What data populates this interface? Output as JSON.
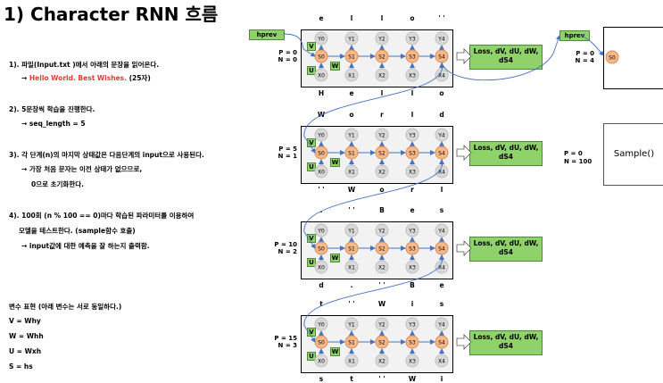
{
  "title": "1) Character RNN 흐름",
  "notes": {
    "n1": "1). 파일(Input.txt )에서 아래의 문장을 읽어온다.",
    "n1_arrow": "→ ",
    "n1_red": "Hello World. Best Wishes.",
    "n1_tail": "  (25자)",
    "n2": "2). 5문장씩 학습을 진행한다.",
    "n2_sub": "→  seq_length = 5",
    "n3": "3). 각 단계(n)의 마지막 상태값은 다음단계의 input으로 사용된다.",
    "n3_sub1": "→ 가장 처음 문자는 이전 상태가 없으므로,",
    "n3_sub2": "0으로 초기화한다.",
    "n4": "4). 100회 (n % 100 == 0)마다 학습된 파라미터를 이용하여",
    "n4_sub1": "모델을 테스트한다. (sample함수 호출)",
    "n4_sub2": "→ input값에 대한 예측을 잘 하는지 출력함.",
    "vars_title": "변수 표현 (아래 변수는 서로 동일하다.)",
    "v1": "V   = Why",
    "v2": "W  = Whh",
    "v3": "U   = Wxh",
    "v4": "S   = hs"
  },
  "labels": {
    "hprev": "hprev",
    "V": "V",
    "W": "W",
    "U": "U",
    "loss": "Loss, dV, dU, dW, dS4",
    "sample_btn": "Sample()"
  },
  "node_names": {
    "y": [
      "Y0",
      "Y1",
      "Y2",
      "Y3",
      "Y4"
    ],
    "s": [
      "S0",
      "S1",
      "S2",
      "S3",
      "S4"
    ],
    "x": [
      "X0",
      "X1",
      "X2",
      "X3",
      "X4"
    ]
  },
  "steps": [
    {
      "p": "P = 0",
      "n": "N = 0",
      "top": [
        "e",
        "l",
        "l",
        "o",
        "' '"
      ],
      "bottom": [
        "H",
        "e",
        "l",
        "l",
        "o"
      ]
    },
    {
      "p": "P = 5",
      "n": "N = 1",
      "top": [
        "W",
        "o",
        "r",
        "l",
        "d"
      ],
      "bottom": [
        "' '",
        "W",
        "o",
        "r",
        "l"
      ]
    },
    {
      "p": "P = 10",
      "n": "N = 2",
      "top": [
        ".",
        "' '",
        "B",
        "e",
        "s"
      ],
      "bottom": [
        "d",
        ".",
        "' '",
        "B",
        "e"
      ]
    },
    {
      "p": "P = 15",
      "n": "N = 3",
      "top": [
        "t",
        "' '",
        "W",
        "i",
        "s"
      ],
      "bottom": [
        "s",
        "t",
        "' '",
        "W",
        "i"
      ]
    }
  ],
  "side": {
    "p1": "P = 0",
    "n1": "N = 4",
    "p2": "P = 0",
    "n2": "N = 100",
    "s0": "S0"
  },
  "colors": {
    "green": "#8fd16a",
    "orange_node": "#f7b98a",
    "gray_node": "#d9d9d9",
    "red_text": "#e53935",
    "arrow_blue": "#4472c4"
  }
}
